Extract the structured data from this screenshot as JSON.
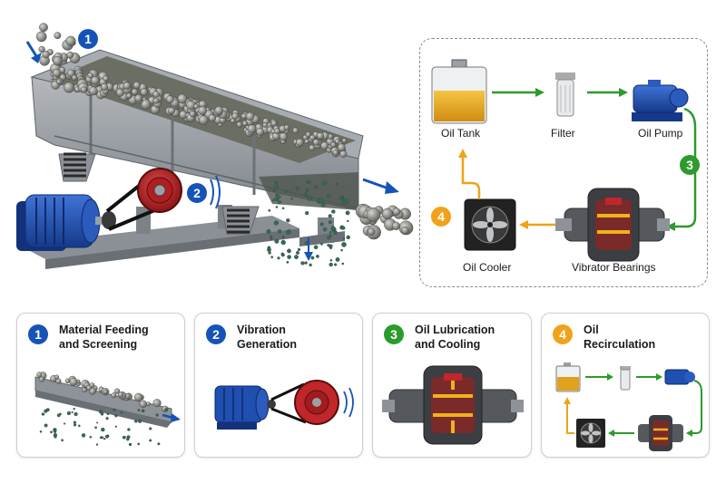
{
  "steps": {
    "s1": {
      "num": "1",
      "line1": "Material Feeding",
      "line2": "and Screening"
    },
    "s2": {
      "num": "2",
      "line1": "Vibration",
      "line2": "Generation"
    },
    "s3": {
      "num": "3",
      "line1": "Oil Lubrication",
      "line2": "and Cooling"
    },
    "s4": {
      "num": "4",
      "line1": "Oil",
      "line2": "Recirculation"
    }
  },
  "flow": {
    "oil_tank": "Oil Tank",
    "filter": "Filter",
    "oil_pump": "Oil Pump",
    "oil_cooler": "Oil Cooler",
    "vibrator_bearings": "Vibrator Bearings"
  },
  "colors": {
    "step_blue": "#1553b8",
    "step_green": "#2d9a2d",
    "step_orange": "#f0a21a",
    "motor_blue": "#1f4fb0",
    "pulley_red": "#c0262a",
    "oil_amber": "#e0a21c",
    "frame_gray": "#8e9399"
  },
  "icons": [
    "down-arrow-icon",
    "right-arrow-icon",
    "vibration-waves-icon",
    "fan-icon"
  ]
}
